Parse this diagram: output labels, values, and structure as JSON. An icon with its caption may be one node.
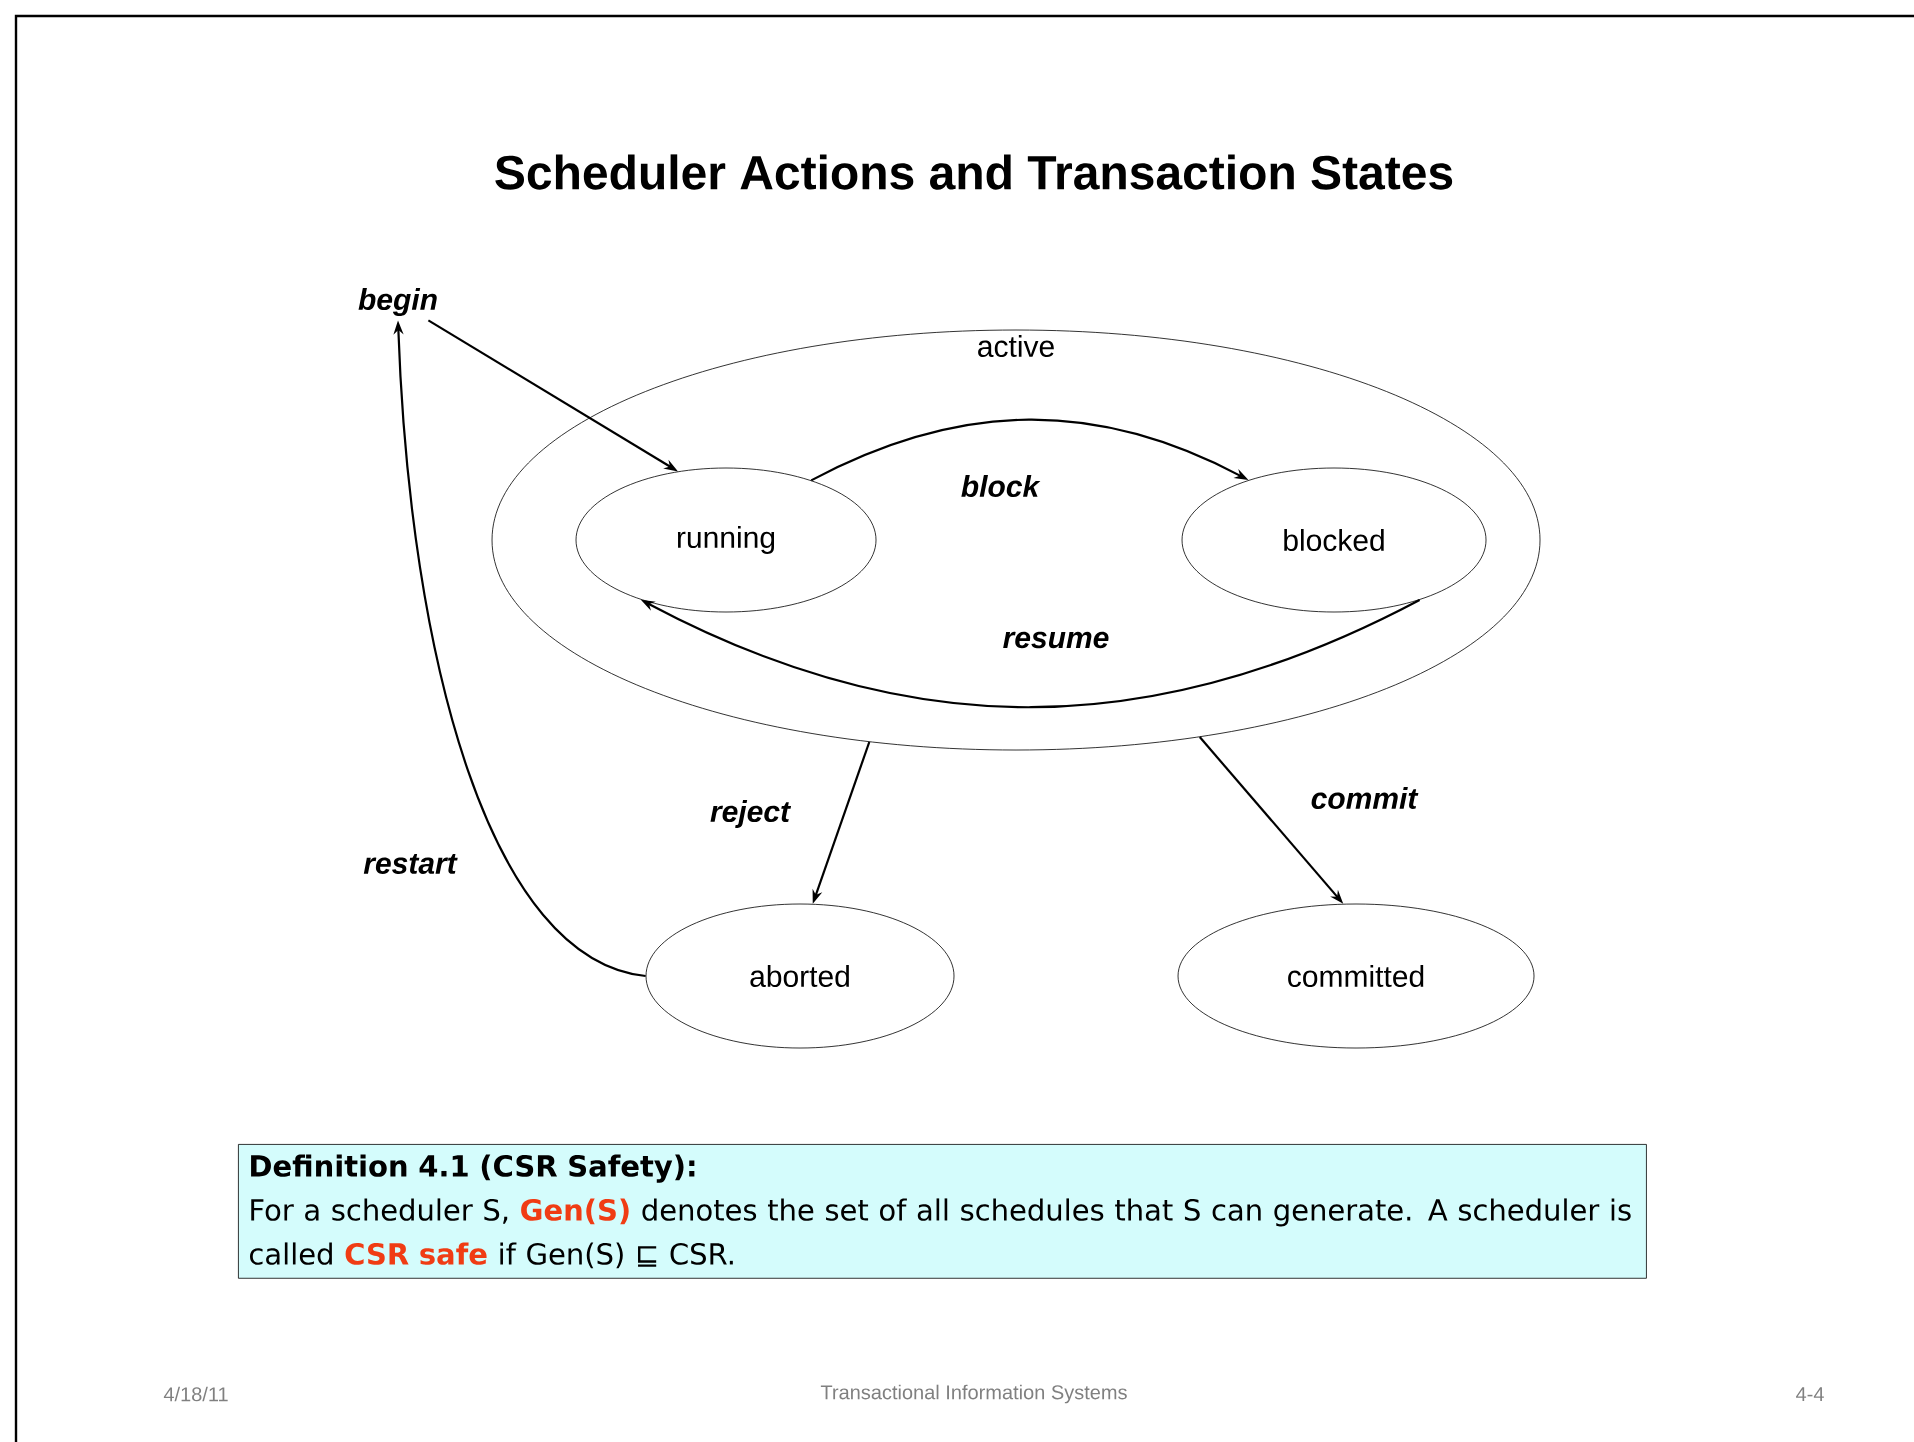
{
  "diagram": {
    "title": "Scheduler Actions and Transaction States",
    "nodes": [
      {
        "text": [
          "active"
        ]
      },
      {
        "text": [
          "running"
        ],
        "in": 0
      },
      {
        "text": [
          "blocked"
        ],
        "in": 0
      },
      {
        "text": [
          "aborted"
        ]
      },
      {
        "text": [
          "committed"
        ]
      },
      {
        "text": [
          "begin"
        ]
      },
      {
        "text": [
          "Definition 4.1 (CSR Safety):",
          "For a scheduler S, **Gen(S)** denotes the set of all schedules that S can generate. A scheduler is called **CSR safe** if Gen(S) ⊑ CSR."
        ]
      }
    ],
    "edges": [
      {
        "from": 5,
        "to": 1,
        "arrow": "to"
      },
      {
        "from": 1,
        "to": 2,
        "arrow": "to",
        "label": "block"
      },
      {
        "from": 2,
        "to": 1,
        "arrow": "to",
        "label": "resume"
      },
      {
        "from": 0,
        "to": 3,
        "arrow": "to",
        "label": "reject"
      },
      {
        "from": 0,
        "to": 4,
        "arrow": "to",
        "label": "commit"
      },
      {
        "from": 3,
        "to": 5,
        "arrow": "to",
        "label": "restart"
      }
    ],
    "labels": [
      "4/18/11",
      "Transactional Information Systems",
      "4-4"
    ]
  }
}
